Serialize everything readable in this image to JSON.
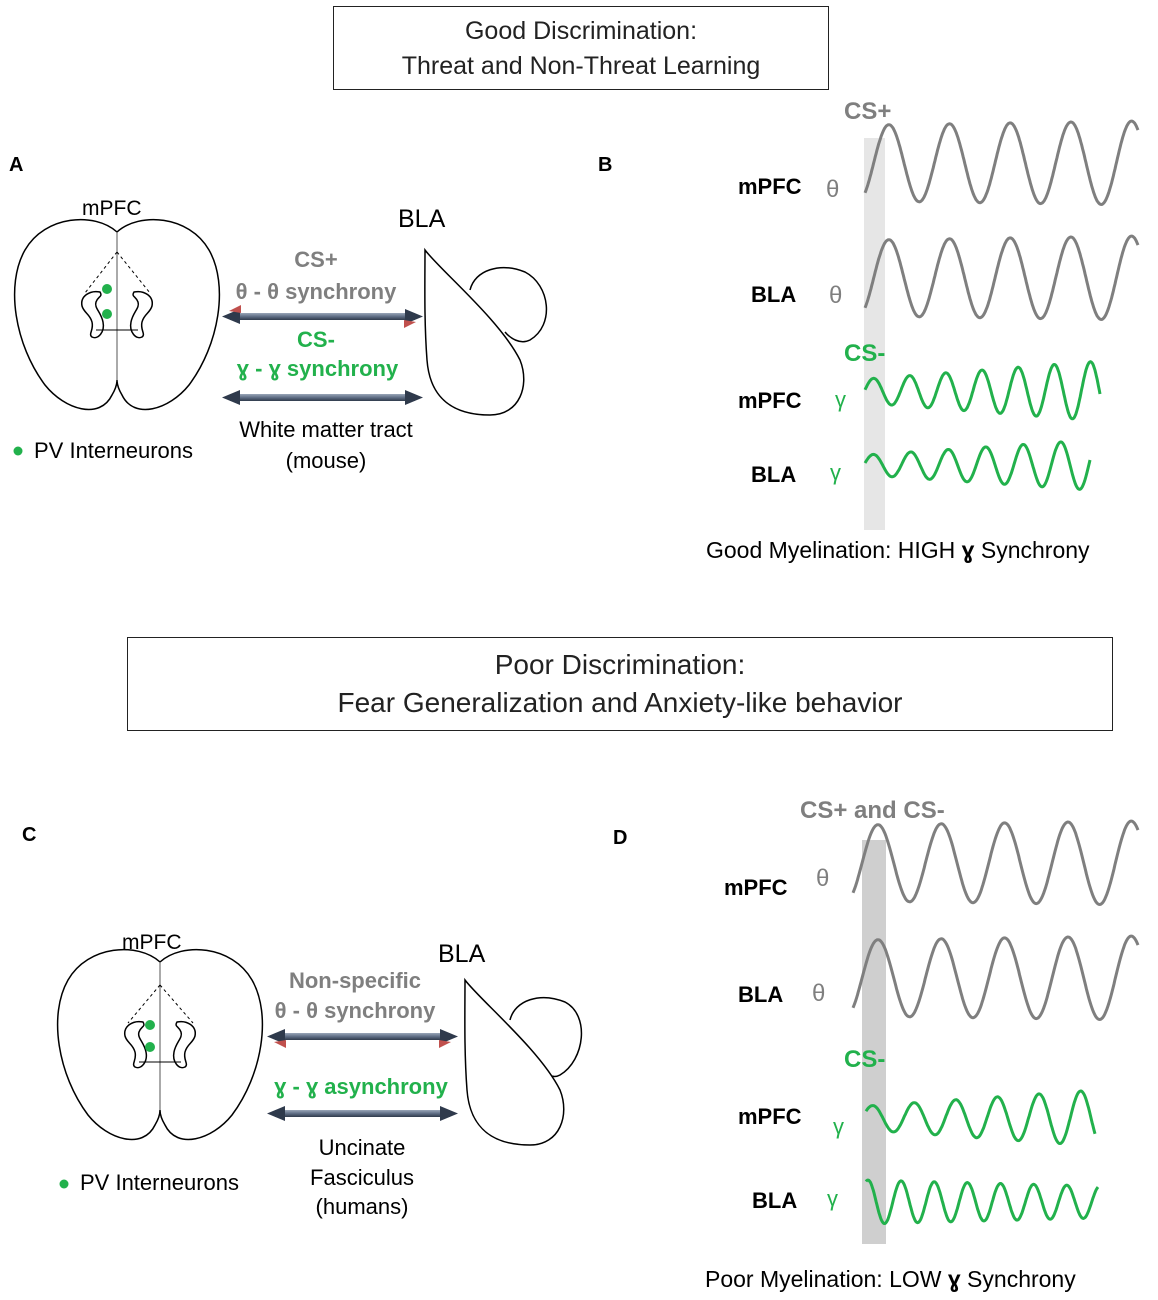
{
  "top_box": {
    "line1": "Good Discrimination:",
    "line2": "Threat and Non-Threat Learning"
  },
  "bottom_box": {
    "line1": "Poor Discrimination:",
    "line2": "Fear Generalization and Anxiety-like behavior"
  },
  "panel_a": {
    "letter": "A",
    "mpfc_label": "mPFC",
    "bla_label": "BLA",
    "cs_plus": "CS+",
    "theta_sync": "θ - θ synchrony",
    "cs_minus": "CS-",
    "gamma_sync": "ɣ - ɣ synchrony",
    "tract_line1": "White matter tract",
    "tract_line2": "(mouse)",
    "legend": "PV Interneurons"
  },
  "panel_b": {
    "letter": "B",
    "cs_plus": "CS+",
    "cs_minus": "CS-",
    "row1": "mPFC",
    "row1_sym": "θ",
    "row2": "BLA",
    "row2_sym": "θ",
    "row3": "mPFC",
    "row3_sym": "γ",
    "row4": "BLA",
    "row4_sym": "γ",
    "caption_pre": "Good Myelination:  HIGH ",
    "caption_sym": "ɣ",
    "caption_post": " Synchrony"
  },
  "panel_c": {
    "letter": "C",
    "mpfc_label": "mPFC",
    "bla_label": "BLA",
    "nonspecific": "Non-specific",
    "theta_sync": "θ - θ synchrony",
    "gamma_async": "ɣ - ɣ asynchrony",
    "tract_line1": "Uncinate",
    "tract_line2": "Fasciculus",
    "tract_line3": "(humans)",
    "legend": "PV Interneurons"
  },
  "panel_d": {
    "letter": "D",
    "cs_both": "CS+ and CS-",
    "cs_minus": "CS-",
    "row1": "mPFC",
    "row1_sym": "θ",
    "row2": "BLA",
    "row2_sym": "θ",
    "row3": "mPFC",
    "row3_sym": "γ",
    "row4": "BLA",
    "row4_sym": "γ",
    "caption_pre": "Poor Myelination:  LOW ",
    "caption_sym": "ɣ",
    "caption_post": " Synchrony"
  },
  "colors": {
    "theta_wave": "#7f7f7f",
    "gamma_wave": "#22b14c",
    "pv_dot": "#22b14c",
    "shade_b": "#e6e6e6",
    "shade_d": "#cfcfcf"
  }
}
